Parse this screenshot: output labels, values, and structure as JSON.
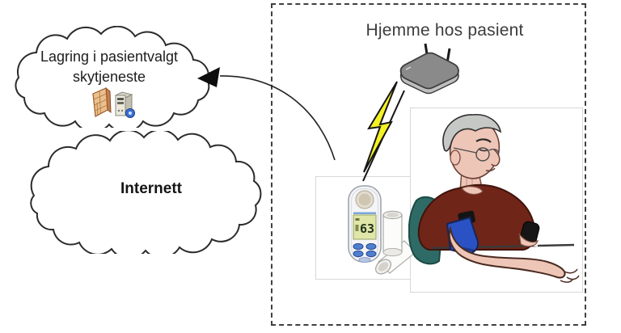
{
  "clouds": {
    "storage": {
      "line1": "Lagring i pasientvalgt",
      "line2": "skytjeneste"
    },
    "internet": {
      "label": "Internett"
    }
  },
  "home": {
    "title": "Hjemme hos pasient",
    "device_display": "63"
  },
  "icons": {
    "storage_icons": [
      "firewall-icon",
      "server-icon"
    ],
    "network": [
      "router-icon",
      "lightning-bolt-icon"
    ],
    "scene": [
      "peak-flow-meter-device",
      "mouthpiece-tubes",
      "patient-with-bp-cuff",
      "arrow-to-cloud"
    ]
  },
  "colors": {
    "lightning": "#f5f224",
    "router_top": "#8a8a8a",
    "router_side": "#bfbfbf",
    "cuff_blue": "#2b52c4",
    "sweater": "#6f2518",
    "chair": "#2e6b66",
    "lcd": "#dfe6a8",
    "skin": "#eec6b8",
    "hair": "#c6c8c6",
    "outline": "#2b2b2b"
  }
}
